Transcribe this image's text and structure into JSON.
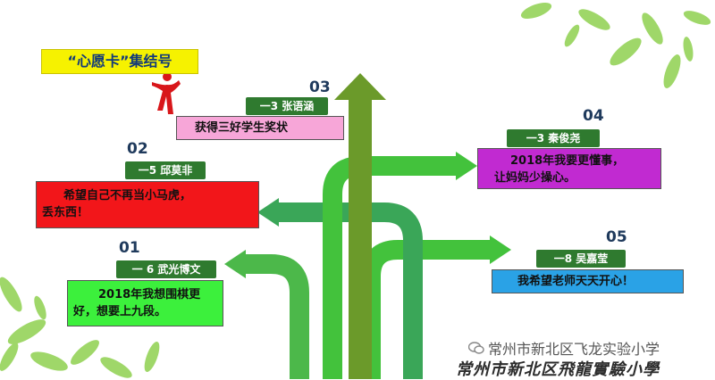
{
  "title": "“心愿卡”集结号",
  "cards": [
    {
      "num": "01",
      "tag": "一 6 武光博文",
      "lines": [
        "2018年我想围棋更",
        "好，想要上九段。"
      ],
      "bg": "#3cf03c"
    },
    {
      "num": "02",
      "tag": "一5 邱莫非",
      "lines": [
        "希望自己不再当小马虎，",
        "丢东西！"
      ],
      "bg": "#f2161a"
    },
    {
      "num": "03",
      "tag": "一3 张语涵",
      "lines": [
        "获得三好学生奖状"
      ],
      "bg": "#f7a6d8"
    },
    {
      "num": "04",
      "tag": "一3 秦俊尧",
      "lines": [
        "2018年我要更懂事，",
        "让妈妈少操心。"
      ],
      "bg": "#c12ad1"
    },
    {
      "num": "05",
      "tag": "一8 吴嘉莹",
      "lines": [
        "我希望老师天天开心！"
      ],
      "bg": "#2aa2e6"
    }
  ],
  "watermark": "常州市新北区飞龙实验小学",
  "school_calligraphy": "常州市新北区飛龍實驗小學",
  "colors": {
    "arrow_dark": "#6b9a2a",
    "arrow_light": "#43c23c",
    "arrow_mid": "#3aa658",
    "tag_bg": "#2f7a2f",
    "title_bg": "#f6f200"
  }
}
